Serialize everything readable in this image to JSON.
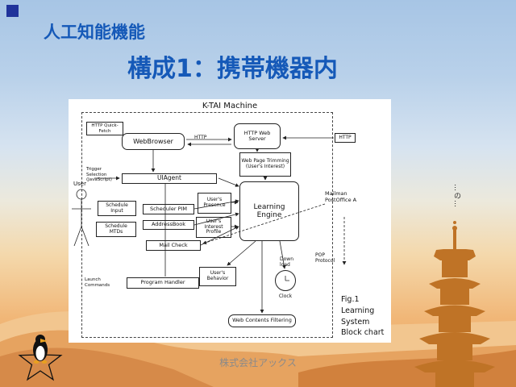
{
  "slide": {
    "kicker": "人工知能機能",
    "title": "構成1：携帯機器内",
    "footer": "株式会社アックス",
    "side_note": "…の…"
  },
  "diagram": {
    "machine_title": "K-TAI Machine",
    "caption": [
      "Fig.1",
      "Learning",
      "System",
      "Block chart"
    ],
    "nodes": {
      "http_quickfetch": "HTTP Quick-Fetch",
      "webbrowser": "WebBrowser",
      "http_link": "HTTP",
      "web_server": "HTTP Web Server",
      "http_out": "HTTP",
      "web_page_trimming": "Web Page Trimming (User's Interest)",
      "trigger_selection": "Trigger Selection (JavaScript)",
      "user": "User",
      "uiagent": "UIAgent",
      "schedule_input": "Schedule Input",
      "scheduler_pim": "Scheduler PIM",
      "users_presence": "User's Presence",
      "learning_engine": "Learning Engine",
      "addressbook": "AddressBook",
      "schedule_mtds": "Schedule MTDs",
      "users_interest": "User's Interest Profile",
      "mail_check": "Mail Check",
      "mailman": "Mailman PostOffice A",
      "pop_protocol": "POP Protocol",
      "download": "Down load",
      "clock": "Clock",
      "users_behavior": "User's Behavior",
      "program_handler": "Program Handler",
      "launch_commands": "Launch Commands",
      "web_filtering": "Web Contents Filtering"
    }
  }
}
